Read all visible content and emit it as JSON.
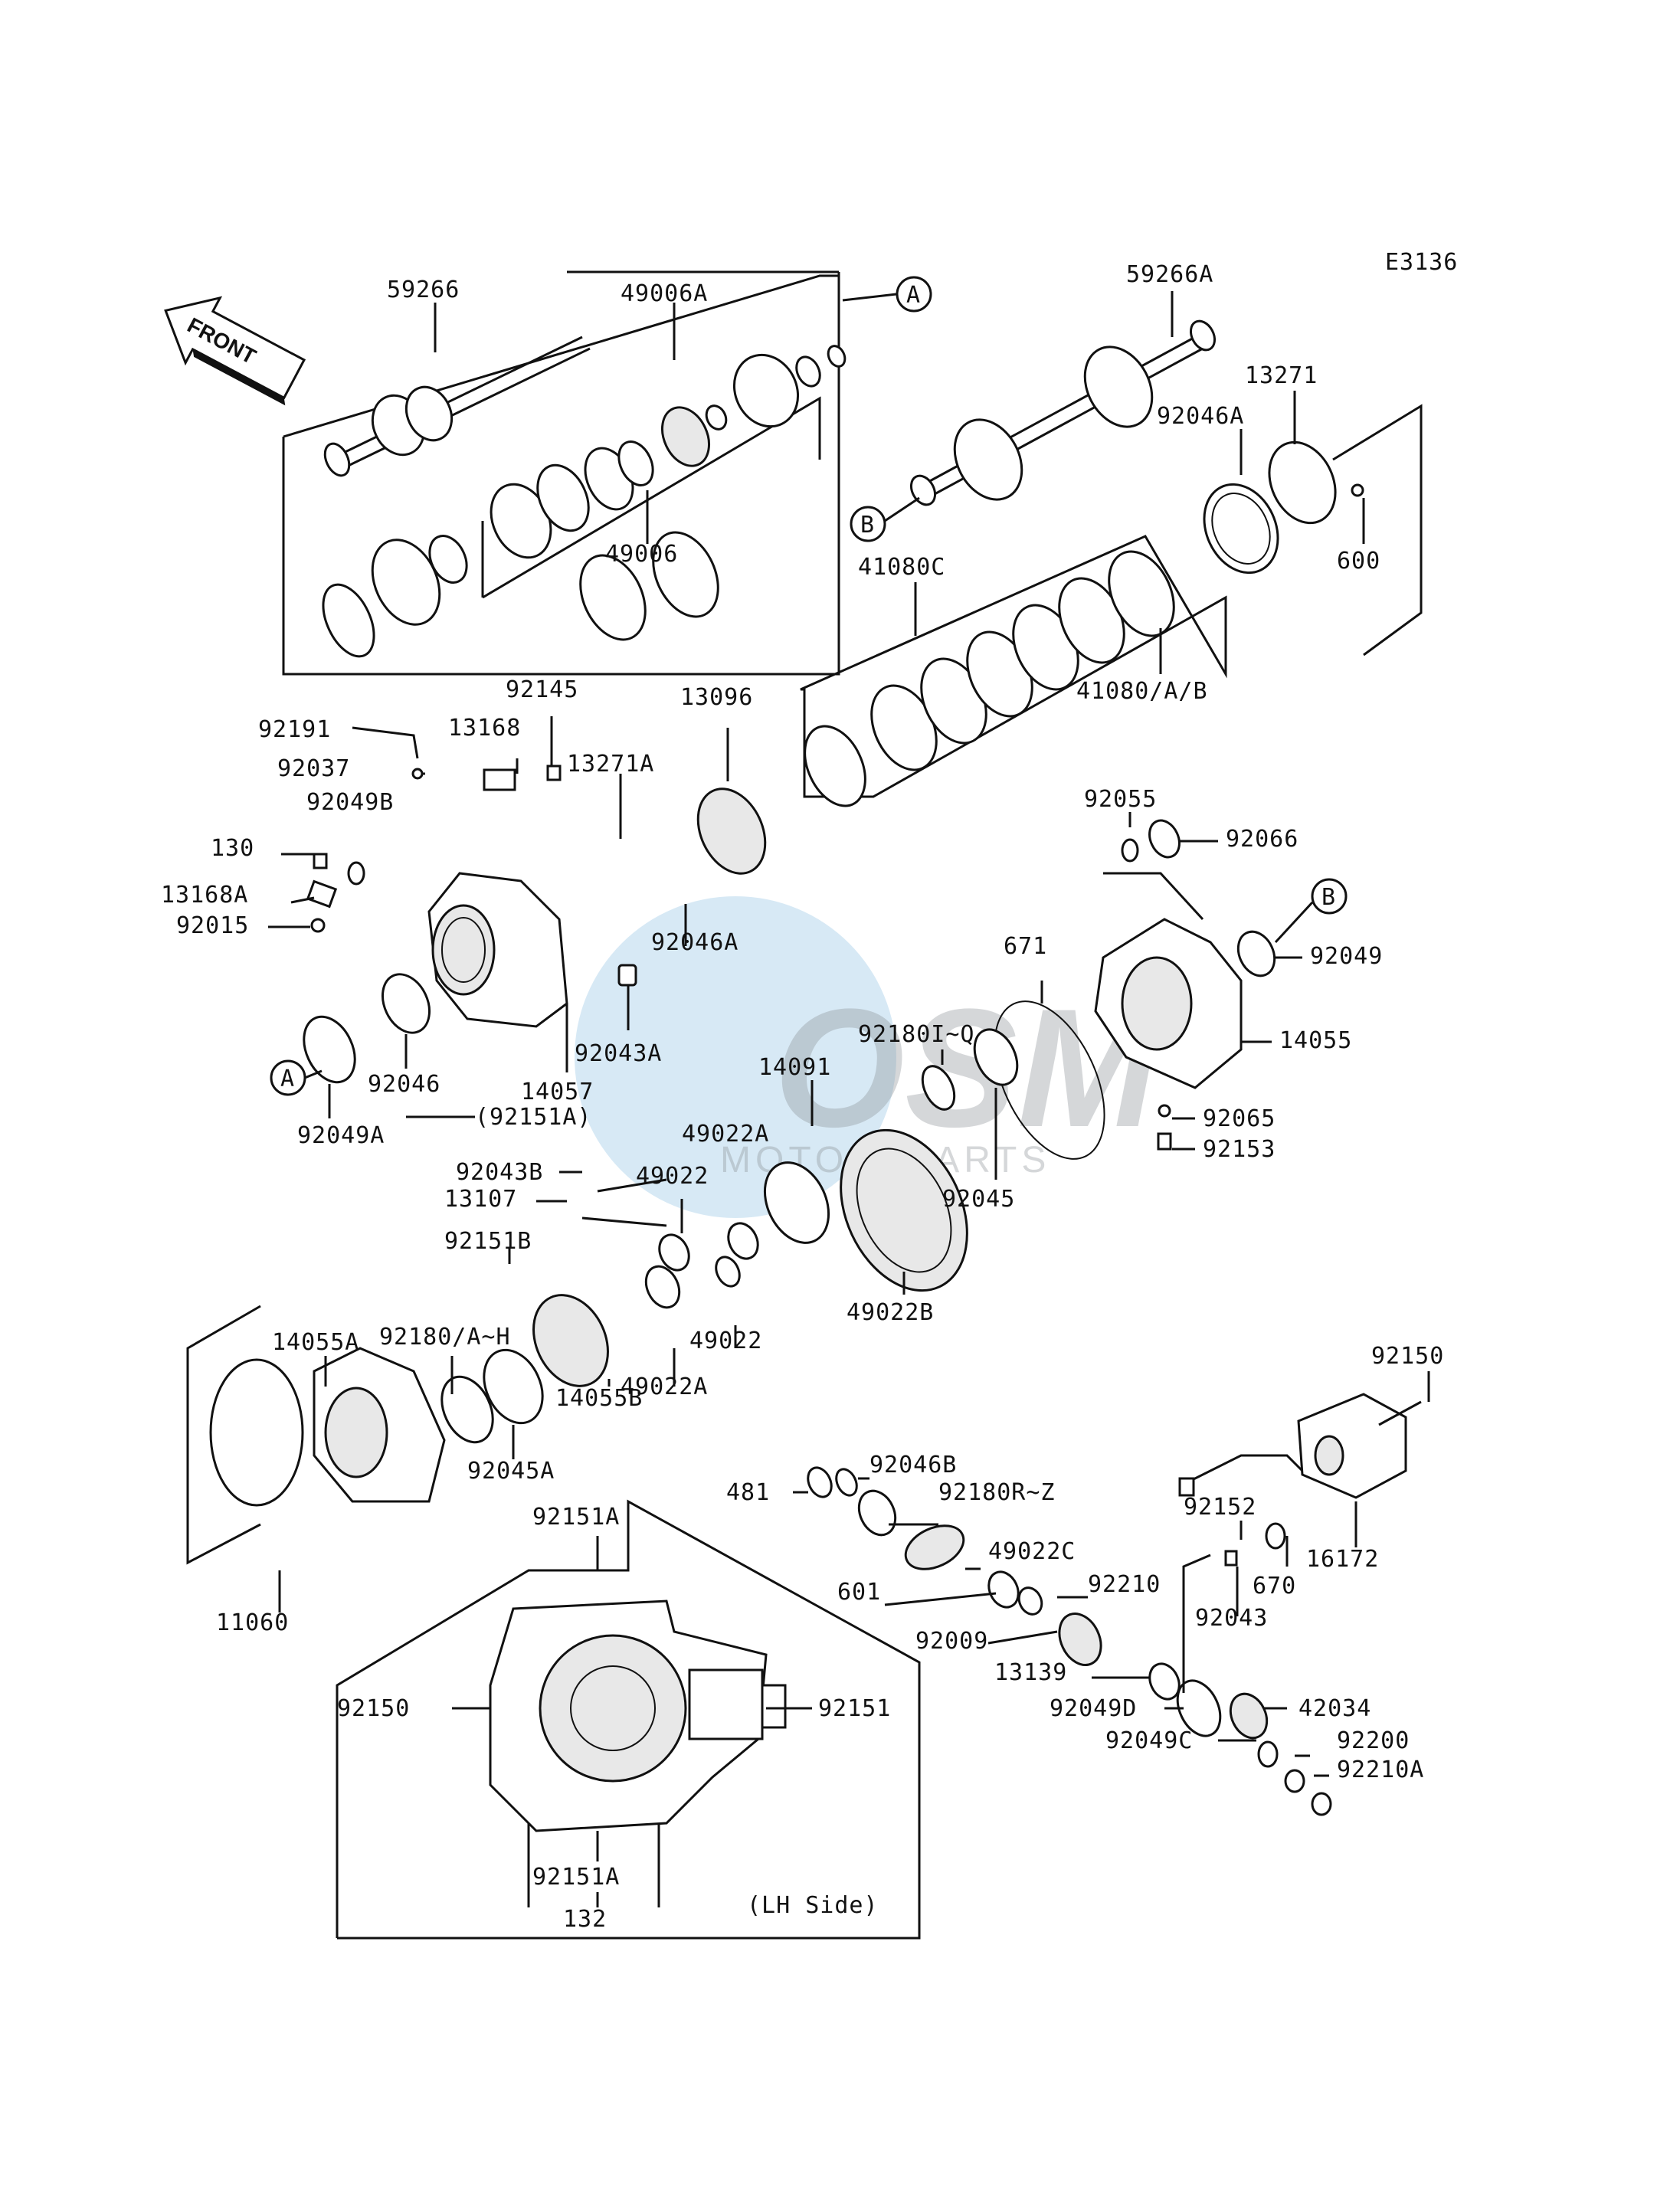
{
  "diagram_code": "E3136",
  "front_label": "FRONT",
  "watermark": {
    "logo": "OSM",
    "subtitle": "MOTORSPARTS"
  },
  "view_note": "(LH Side)",
  "refs": [
    "A",
    "A",
    "B",
    "B"
  ],
  "part_labels": [
    "59266",
    "49006A",
    "49006",
    "59266A",
    "13271",
    "92046A",
    "600",
    "41080C",
    "41080/A/B",
    "92191",
    "92145",
    "13168",
    "92037",
    "13271A",
    "13096",
    "92049B",
    "130",
    "13168A",
    "92015",
    "92046A",
    "92043A",
    "92046",
    "14057",
    "92049A",
    "(92151A)",
    "92055",
    "92066",
    "92049",
    "671",
    "14055",
    "92180I~Q",
    "14091",
    "49022A",
    "92065",
    "92153",
    "92045",
    "92043B",
    "49022",
    "13107",
    "92151B",
    "49022B",
    "14055A",
    "92180/A~H",
    "49022",
    "49022A",
    "92045A",
    "14055B",
    "92150",
    "92046B",
    "481",
    "92180R~Z",
    "92151A",
    "49022C",
    "92152",
    "16172",
    "670",
    "601",
    "92210",
    "92043",
    "11060",
    "92009",
    "13139",
    "92150",
    "92151",
    "92049D",
    "42034",
    "92049C",
    "92200",
    "92210A",
    "92151A",
    "132"
  ]
}
